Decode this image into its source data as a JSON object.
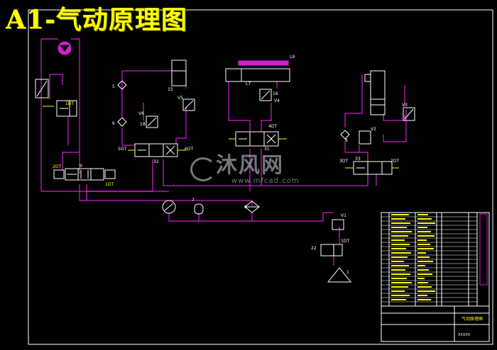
{
  "title": "A1-气动原理图",
  "watermark": {
    "brand": "沐风网",
    "url": "www.mfcad.com"
  },
  "labels": {
    "l1DT_left": "1DT",
    "l2DT": "2DT",
    "l1DT_mid": "1DT",
    "l9": "9",
    "l5DT": "5DT",
    "l6DT": "6DT",
    "l32": "32",
    "l5": "5",
    "l15": "15",
    "l6": "6",
    "v6": "V6",
    "l18": "18",
    "v5": "V5",
    "l4DT": "4DT",
    "l31": "31",
    "l16": "16",
    "v4": "V4",
    "l17": "L7",
    "l19": "L9",
    "l3DT": "3DT",
    "l2DT_b": "2DT",
    "l33": "33",
    "v2": "V2",
    "v3": "V3",
    "l8": "8",
    "l7": "7",
    "l6b": "6",
    "l1DT_c": "1DT",
    "v1": "V1",
    "l22": "22",
    "l1": "1"
  },
  "titleblock": {
    "project": "气动原理图",
    "drawing_no": "XXXXX"
  }
}
